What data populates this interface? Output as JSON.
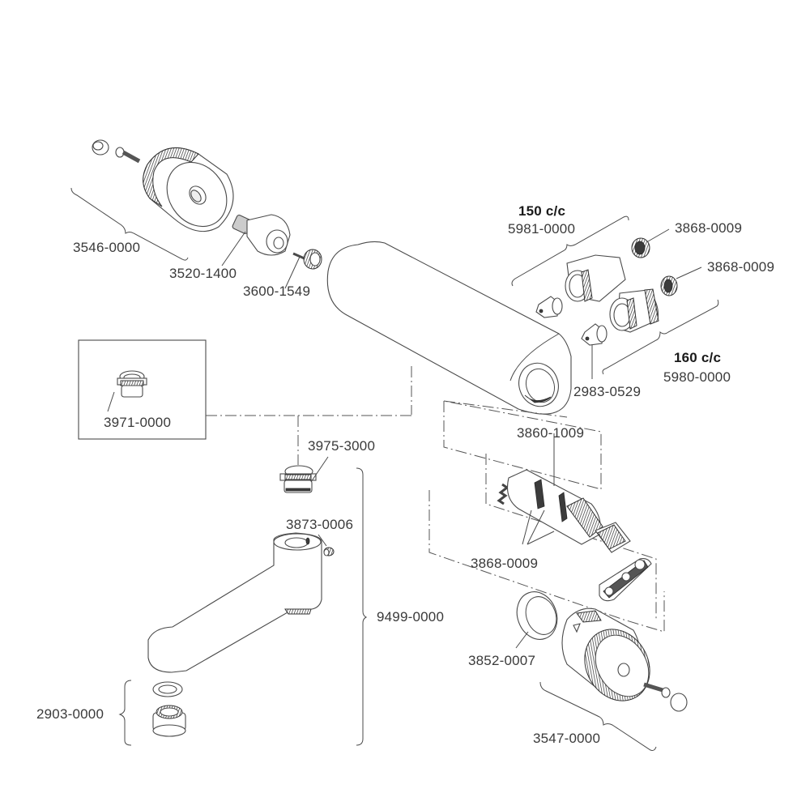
{
  "diagram": {
    "type": "exploded-parts-diagram",
    "subject": "thermostatic bar mixer valve with spout"
  },
  "parts": {
    "p3546": "3546-0000",
    "p3520": "3520-1400",
    "p3600": "3600-1549",
    "p5981_title": "150 c/c",
    "p5981": "5981-0000",
    "p3868_a": "3868-0009",
    "p3868_b": "3868-0009",
    "p5980_title": "160 c/c",
    "p5980": "5980-0000",
    "p2983": "2983-0529",
    "p3971": "3971-0000",
    "p3975": "3975-3000",
    "p3860": "3860-1009",
    "p3873": "3873-0006",
    "p3868_c": "3868-0009",
    "p9499": "9499-0000",
    "p3852": "3852-0007",
    "p2903": "2903-0000",
    "p3547": "3547-0000"
  }
}
